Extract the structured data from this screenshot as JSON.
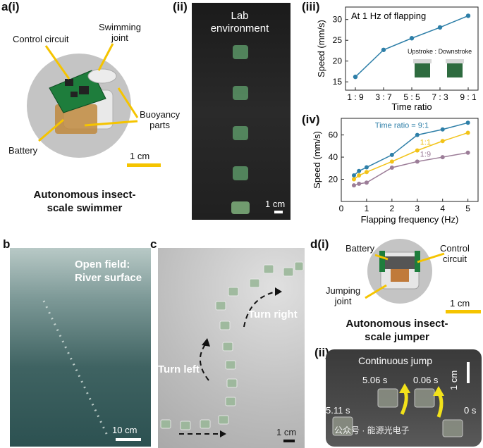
{
  "panels": {
    "a_i": {
      "label": "a(i)",
      "callouts": {
        "control": "Control circuit",
        "swimming": "Swimming\njoint",
        "buoyancy": "Buoyancy\nparts",
        "battery": "Battery"
      },
      "scale": "1 cm",
      "title_line1": "Autonomous insect-",
      "title_line2": "scale swimmer",
      "colors": {
        "callout": "#f5c400",
        "disc": "#bfbfbf",
        "pcb": "#1e7d3c"
      }
    },
    "a_ii": {
      "label": "(ii)",
      "env_line1": "Lab",
      "env_line2": "environment",
      "scale": "1 cm"
    },
    "a_iii": {
      "label": "(iii)",
      "inset_left": "Upstroke",
      "inset_sep": ":",
      "inset_right": "Downstroke"
    },
    "a_iv": {
      "label": "(iv)"
    },
    "b": {
      "label": "b",
      "text_line1": "Open field:",
      "text_line2": "River surface",
      "scale": "10 cm"
    },
    "c": {
      "label": "c",
      "turn_left": "Turn left",
      "turn_right": "Turn right",
      "scale": "1 cm"
    },
    "d_i": {
      "label": "d(i)",
      "callouts": {
        "battery": "Battery",
        "control": "Control\ncircuit",
        "jumping": "Jumping\njoint"
      },
      "scale": "1 cm",
      "title_line1": "Autonomous insect-",
      "title_line2": "scale jumper"
    },
    "d_ii": {
      "label": "(ii)",
      "title": "Continuous jump",
      "scale": "1 cm",
      "times": [
        "5.06 s",
        "0.06 s",
        "5.11 s",
        "0 s"
      ],
      "watermark": "公众号 · 能源光电子"
    }
  },
  "chart_data": [
    {
      "type": "line",
      "title": "At 1 Hz of flapping",
      "xlabel": "Time ratio",
      "ylabel": "Speed (mm/s)",
      "categories": [
        "1 : 9",
        "3 : 7",
        "5 : 5",
        "7 : 3",
        "9 : 1"
      ],
      "values": [
        16.2,
        22.7,
        25.5,
        28.1,
        30.9
      ],
      "ylim": [
        13,
        33
      ],
      "yticks": [
        15,
        20,
        25,
        30
      ],
      "color": "#2e7fa8"
    },
    {
      "type": "line",
      "xlabel": "Flapping frequency (Hz)",
      "ylabel": "Speed (mm/s)",
      "xlim": [
        0,
        5.4
      ],
      "ylim": [
        0,
        75
      ],
      "xticks": [
        0,
        1,
        2,
        3,
        4,
        5
      ],
      "yticks": [
        20,
        40,
        60
      ],
      "x": [
        0.5,
        0.7,
        1,
        2,
        3,
        4,
        5
      ],
      "series": [
        {
          "name": "Time ratio = 9:1",
          "values": [
            23.5,
            27.5,
            30.8,
            42,
            60,
            65,
            71
          ],
          "color": "#2e7fa8"
        },
        {
          "name": "1:1",
          "values": [
            20,
            23.5,
            26.5,
            36,
            46,
            54.5,
            62
          ],
          "color": "#f2c318"
        },
        {
          "name": "1:9",
          "values": [
            14.5,
            16,
            17,
            30.5,
            36,
            40,
            44
          ],
          "color": "#9c7d98"
        }
      ]
    }
  ]
}
